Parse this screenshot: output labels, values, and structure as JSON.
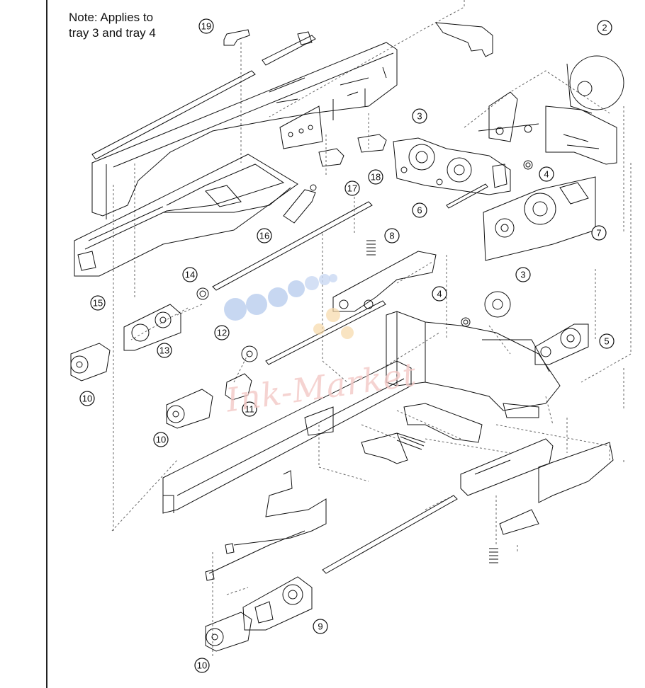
{
  "note": "Note: Applies to\ntray 3 and tray 4",
  "callouts": [
    {
      "label": "19"
    },
    {
      "label": "2"
    },
    {
      "label": "3"
    },
    {
      "label": "4"
    },
    {
      "label": "17"
    },
    {
      "label": "18"
    },
    {
      "label": "6"
    },
    {
      "label": "7"
    },
    {
      "label": "16"
    },
    {
      "label": "8"
    },
    {
      "label": "15"
    },
    {
      "label": "14"
    },
    {
      "label": "3"
    },
    {
      "label": "4"
    },
    {
      "label": "13"
    },
    {
      "label": "5"
    },
    {
      "label": "12"
    },
    {
      "label": "10"
    },
    {
      "label": "11"
    },
    {
      "label": "10"
    },
    {
      "label": "9"
    },
    {
      "label": "10"
    }
  ],
  "watermark": "Ink-Market",
  "colors": {
    "line": "#111111",
    "dash": "#555555",
    "wm_blue": "#b9cdee",
    "wm_orange": "#f6d9a8",
    "wm_red": "#f3c9c6"
  }
}
